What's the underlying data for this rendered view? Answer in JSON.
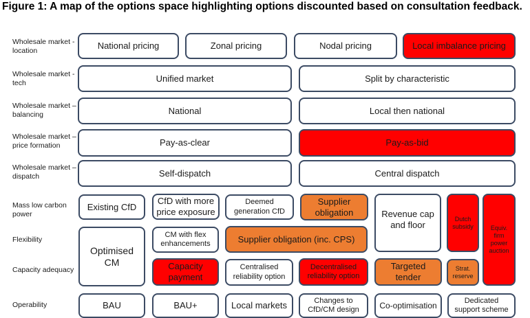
{
  "title": "Figure 1: A map of the options space highlighting options discounted based on consultation feedback.",
  "colors": {
    "border": "#3b4a63",
    "discounted_red": "#ff0000",
    "highlight_orange": "#ed7d31"
  },
  "row_labels": {
    "location": "Wholesale market - location",
    "tech": "Wholesale market - tech",
    "balancing": "Wholesale market – balancing",
    "price_formation": "Wholesale market – price formation",
    "dispatch": "Wholesale market – dispatch",
    "mass_low_carbon": "Mass low carbon power",
    "flexibility": "Flexibility",
    "capacity_adequacy": "Capacity adequacy",
    "operability": "Operability"
  },
  "options": {
    "national_pricing": "National pricing",
    "zonal_pricing": "Zonal pricing",
    "nodal_pricing": "Nodal pricing",
    "local_imbalance_pricing": "Local imbalance pricing",
    "unified_market": "Unified market",
    "split_by_characteristic": "Split by characteristic",
    "national": "National",
    "local_then_national": "Local then national",
    "pay_as_clear": "Pay-as-clear",
    "pay_as_bid": "Pay-as-bid",
    "self_dispatch": "Self-dispatch",
    "central_dispatch": "Central dispatch",
    "existing_cfd": "Existing CfD",
    "cfd_more_price_exposure": "CfD with more price exposure",
    "deemed_generation_cfd": "Deemed generation CfD",
    "supplier_obligation": "Supplier obligation",
    "revenue_cap_floor": "Revenue cap and floor",
    "dutch_subsidy": "Dutch subsidy",
    "equiv_firm_power_auction": "Equiv. firm power auction",
    "optimised_cm": "Optimised CM",
    "cm_flex_enhancements": "CM with flex enhancements",
    "supplier_obligation_cps": "Supplier obligation (inc. CPS)",
    "capacity_payment": "Capacity payment",
    "centralised_reliability": "Centralised reliability option",
    "decentralised_reliability": "Decentralised reliability option",
    "targeted_tender": "Targeted tender",
    "strat_reserve": "Strat. reserve",
    "bau": "BAU",
    "bau_plus": "BAU+",
    "local_markets": "Local markets",
    "changes_cfd_cm_design": "Changes to CfD/CM design",
    "co_optimisation": "Co-optimisation",
    "dedicated_support_scheme": "Dedicated support scheme"
  }
}
